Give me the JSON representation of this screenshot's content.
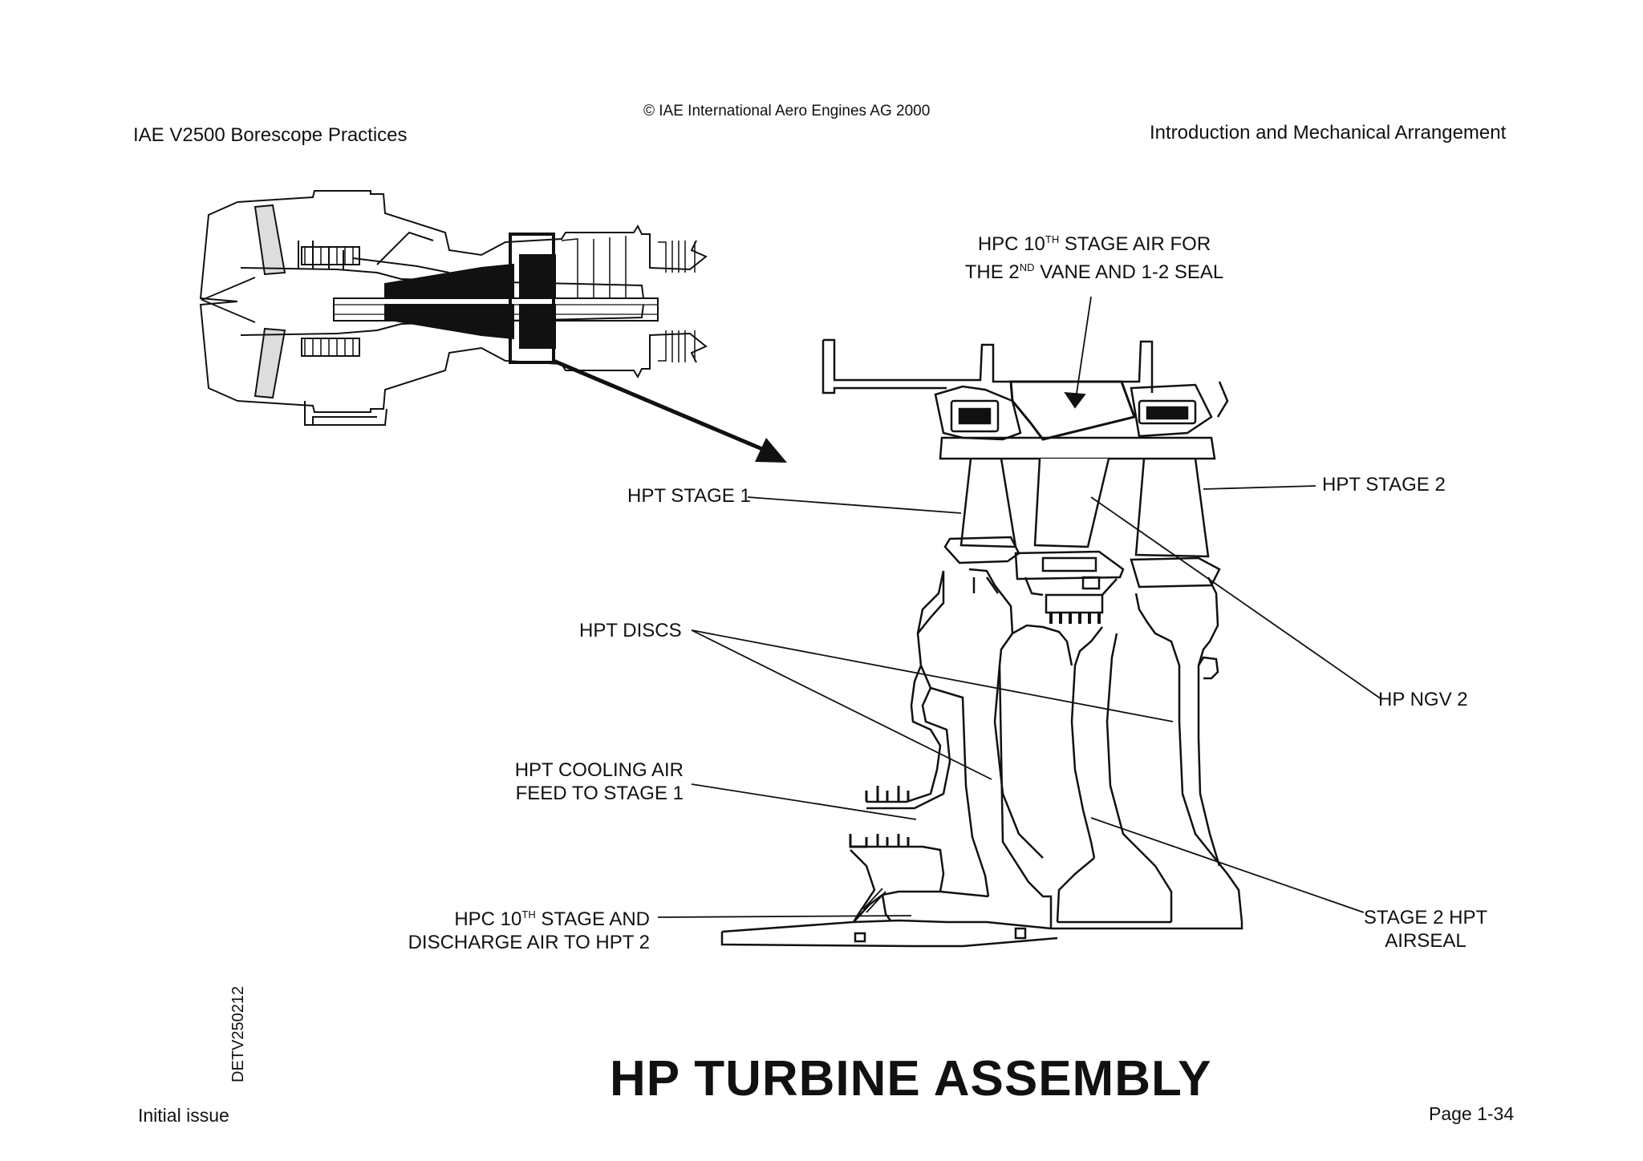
{
  "header": {
    "left": "IAE V2500 Borescope Practices",
    "center": "© IAE International Aero Engines AG 2000",
    "right": "Introduction and Mechanical Arrangement"
  },
  "labels": {
    "hpc_air_top_line1_pre": "HPC 10",
    "hpc_air_top_line1_sup": "TH",
    "hpc_air_top_line1_post": " STAGE AIR FOR",
    "hpc_air_top_line2_pre": "THE 2",
    "hpc_air_top_line2_sup": "ND",
    "hpc_air_top_line2_post": " VANE AND 1-2 SEAL",
    "hpt_stage1": "HPT STAGE 1",
    "hpt_stage2": "HPT STAGE 2",
    "hpt_discs": "HPT DISCS",
    "hp_ngv2": "HP NGV 2",
    "cooling_air_line1": "HPT COOLING AIR",
    "cooling_air_line2": "FEED TO STAGE 1",
    "hpc_discharge_line1_pre": "HPC 10",
    "hpc_discharge_line1_sup": "TH",
    "hpc_discharge_line1_post": " STAGE AND",
    "hpc_discharge_line2": "DISCHARGE AIR TO HPT 2",
    "airseal_line1": "STAGE 2 HPT",
    "airseal_line2": "AIRSEAL"
  },
  "doc_code": "DETV250212",
  "title": "HP TURBINE ASSEMBLY",
  "footer": {
    "left": "Initial issue",
    "right": "Page 1-34"
  }
}
